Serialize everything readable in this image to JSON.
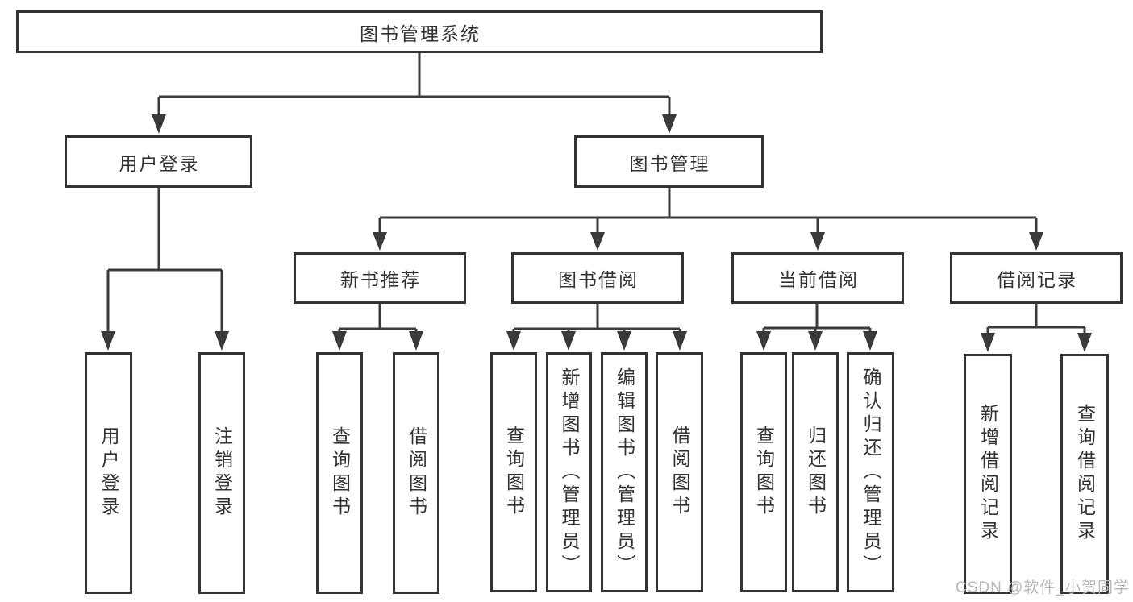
{
  "tree": {
    "root": {
      "label": "图书管理系统"
    },
    "branches": [
      {
        "label": "用户登录",
        "children": [
          {
            "label": "用户登录"
          },
          {
            "label": "注销登录"
          }
        ]
      },
      {
        "label": "图书管理",
        "children": [
          {
            "label": "新书推荐",
            "children": [
              {
                "label": "查询图书"
              },
              {
                "label": "借阅图书"
              }
            ]
          },
          {
            "label": "图书借阅",
            "children": [
              {
                "label": "查询图书"
              },
              {
                "label": "新增图书（管理员）"
              },
              {
                "label": "编辑图书（管理员）"
              },
              {
                "label": "借阅图书"
              }
            ]
          },
          {
            "label": "当前借阅",
            "children": [
              {
                "label": "查询图书"
              },
              {
                "label": "归还图书"
              },
              {
                "label": "确认归还（管理员）"
              }
            ]
          },
          {
            "label": "借阅记录",
            "children": [
              {
                "label": "新增借阅记录"
              },
              {
                "label": "查询借阅记录"
              }
            ]
          }
        ]
      }
    ]
  },
  "watermark": {
    "text": "CSDN @软件_小贺同学"
  },
  "colors": {
    "line": "#3a3a3a",
    "border": "#333333",
    "text": "#333333",
    "background": "#ffffff",
    "watermark": "#b4b7bb"
  }
}
